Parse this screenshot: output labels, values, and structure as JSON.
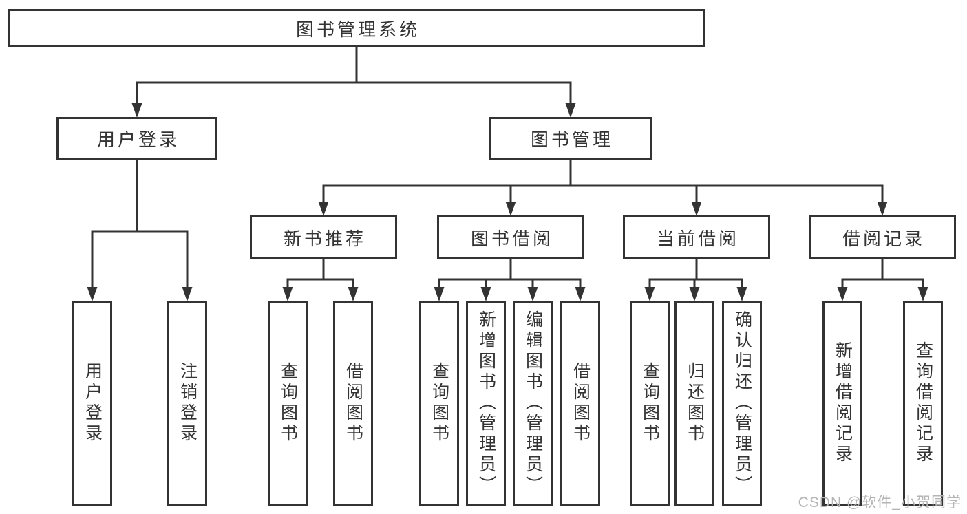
{
  "diagram_title": "图书管理系统",
  "colors": {
    "line": "#333333",
    "box_border": "#333333",
    "text": "#333333",
    "background": "#ffffff",
    "watermark": "#b5b5b5"
  },
  "nodes": {
    "root": "图书管理系统",
    "user_login": "用户登录",
    "book_management": "图书管理",
    "new_book_recommend": "新书推荐",
    "book_borrowing": "图书借阅",
    "current_borrowing": "当前借阅",
    "borrowing_records": "借阅记录",
    "login_user_login": "用户登录",
    "login_logout": "注销登录",
    "recommend_query_books": "查询图书",
    "recommend_borrow_books": "借阅图书",
    "borrowing_query_books": "查询图书",
    "borrowing_add_books": "新增图书（管理员）",
    "borrowing_edit_books": "编辑图书（管理员）",
    "borrowing_borrow_books": "借阅图书",
    "current_query_books": "查询图书",
    "current_return_books": "归还图书",
    "current_confirm_return": "确认归还（管理员）",
    "records_add_record": "新增借阅记录",
    "records_query_record": "查询借阅记录"
  },
  "hierarchy": {
    "root": [
      "user_login",
      "book_management"
    ],
    "user_login": [
      "login_user_login",
      "login_logout"
    ],
    "book_management": [
      "new_book_recommend",
      "book_borrowing",
      "current_borrowing",
      "borrowing_records"
    ],
    "new_book_recommend": [
      "recommend_query_books",
      "recommend_borrow_books"
    ],
    "book_borrowing": [
      "borrowing_query_books",
      "borrowing_add_books",
      "borrowing_edit_books",
      "borrowing_borrow_books"
    ],
    "current_borrowing": [
      "current_query_books",
      "current_return_books",
      "current_confirm_return"
    ],
    "borrowing_records": [
      "records_add_record",
      "records_query_record"
    ]
  },
  "watermark": "CSDN @软件_小贺同学"
}
